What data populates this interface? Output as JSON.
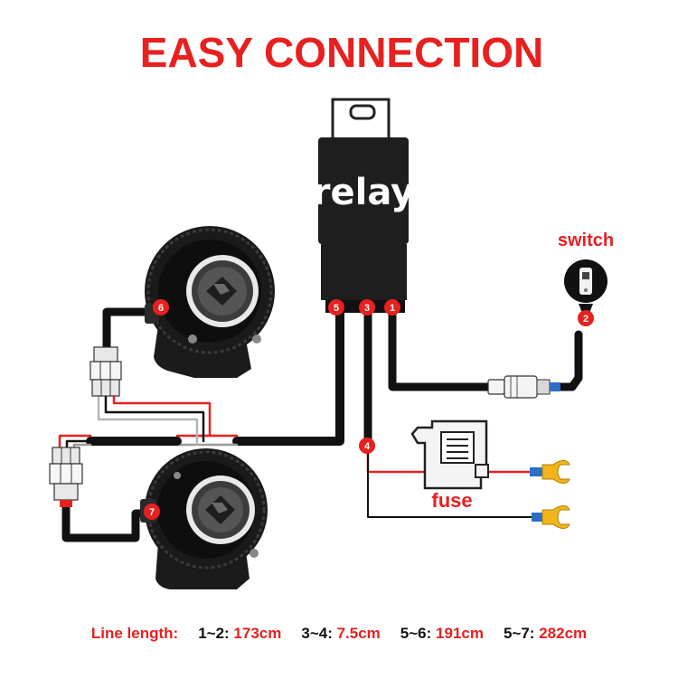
{
  "title": "EASY CONNECTION",
  "relay_label": "relay",
  "switch_label": "switch",
  "fuse_label": "fuse",
  "terminals": [
    "1",
    "2",
    "3",
    "4",
    "5",
    "6",
    "7"
  ],
  "line_length": {
    "label": "Line length:",
    "items": [
      {
        "pair": "1~2:",
        "value": "173cm"
      },
      {
        "pair": "3~4:",
        "value": "7.5cm"
      },
      {
        "pair": "5~6:",
        "value": "191cm"
      },
      {
        "pair": "5~7:",
        "value": "282cm"
      }
    ]
  },
  "colors": {
    "accent": "#e8201f",
    "wire": "#111111",
    "device": "#1b1b1b",
    "connector_gold": "#f0b51b"
  }
}
